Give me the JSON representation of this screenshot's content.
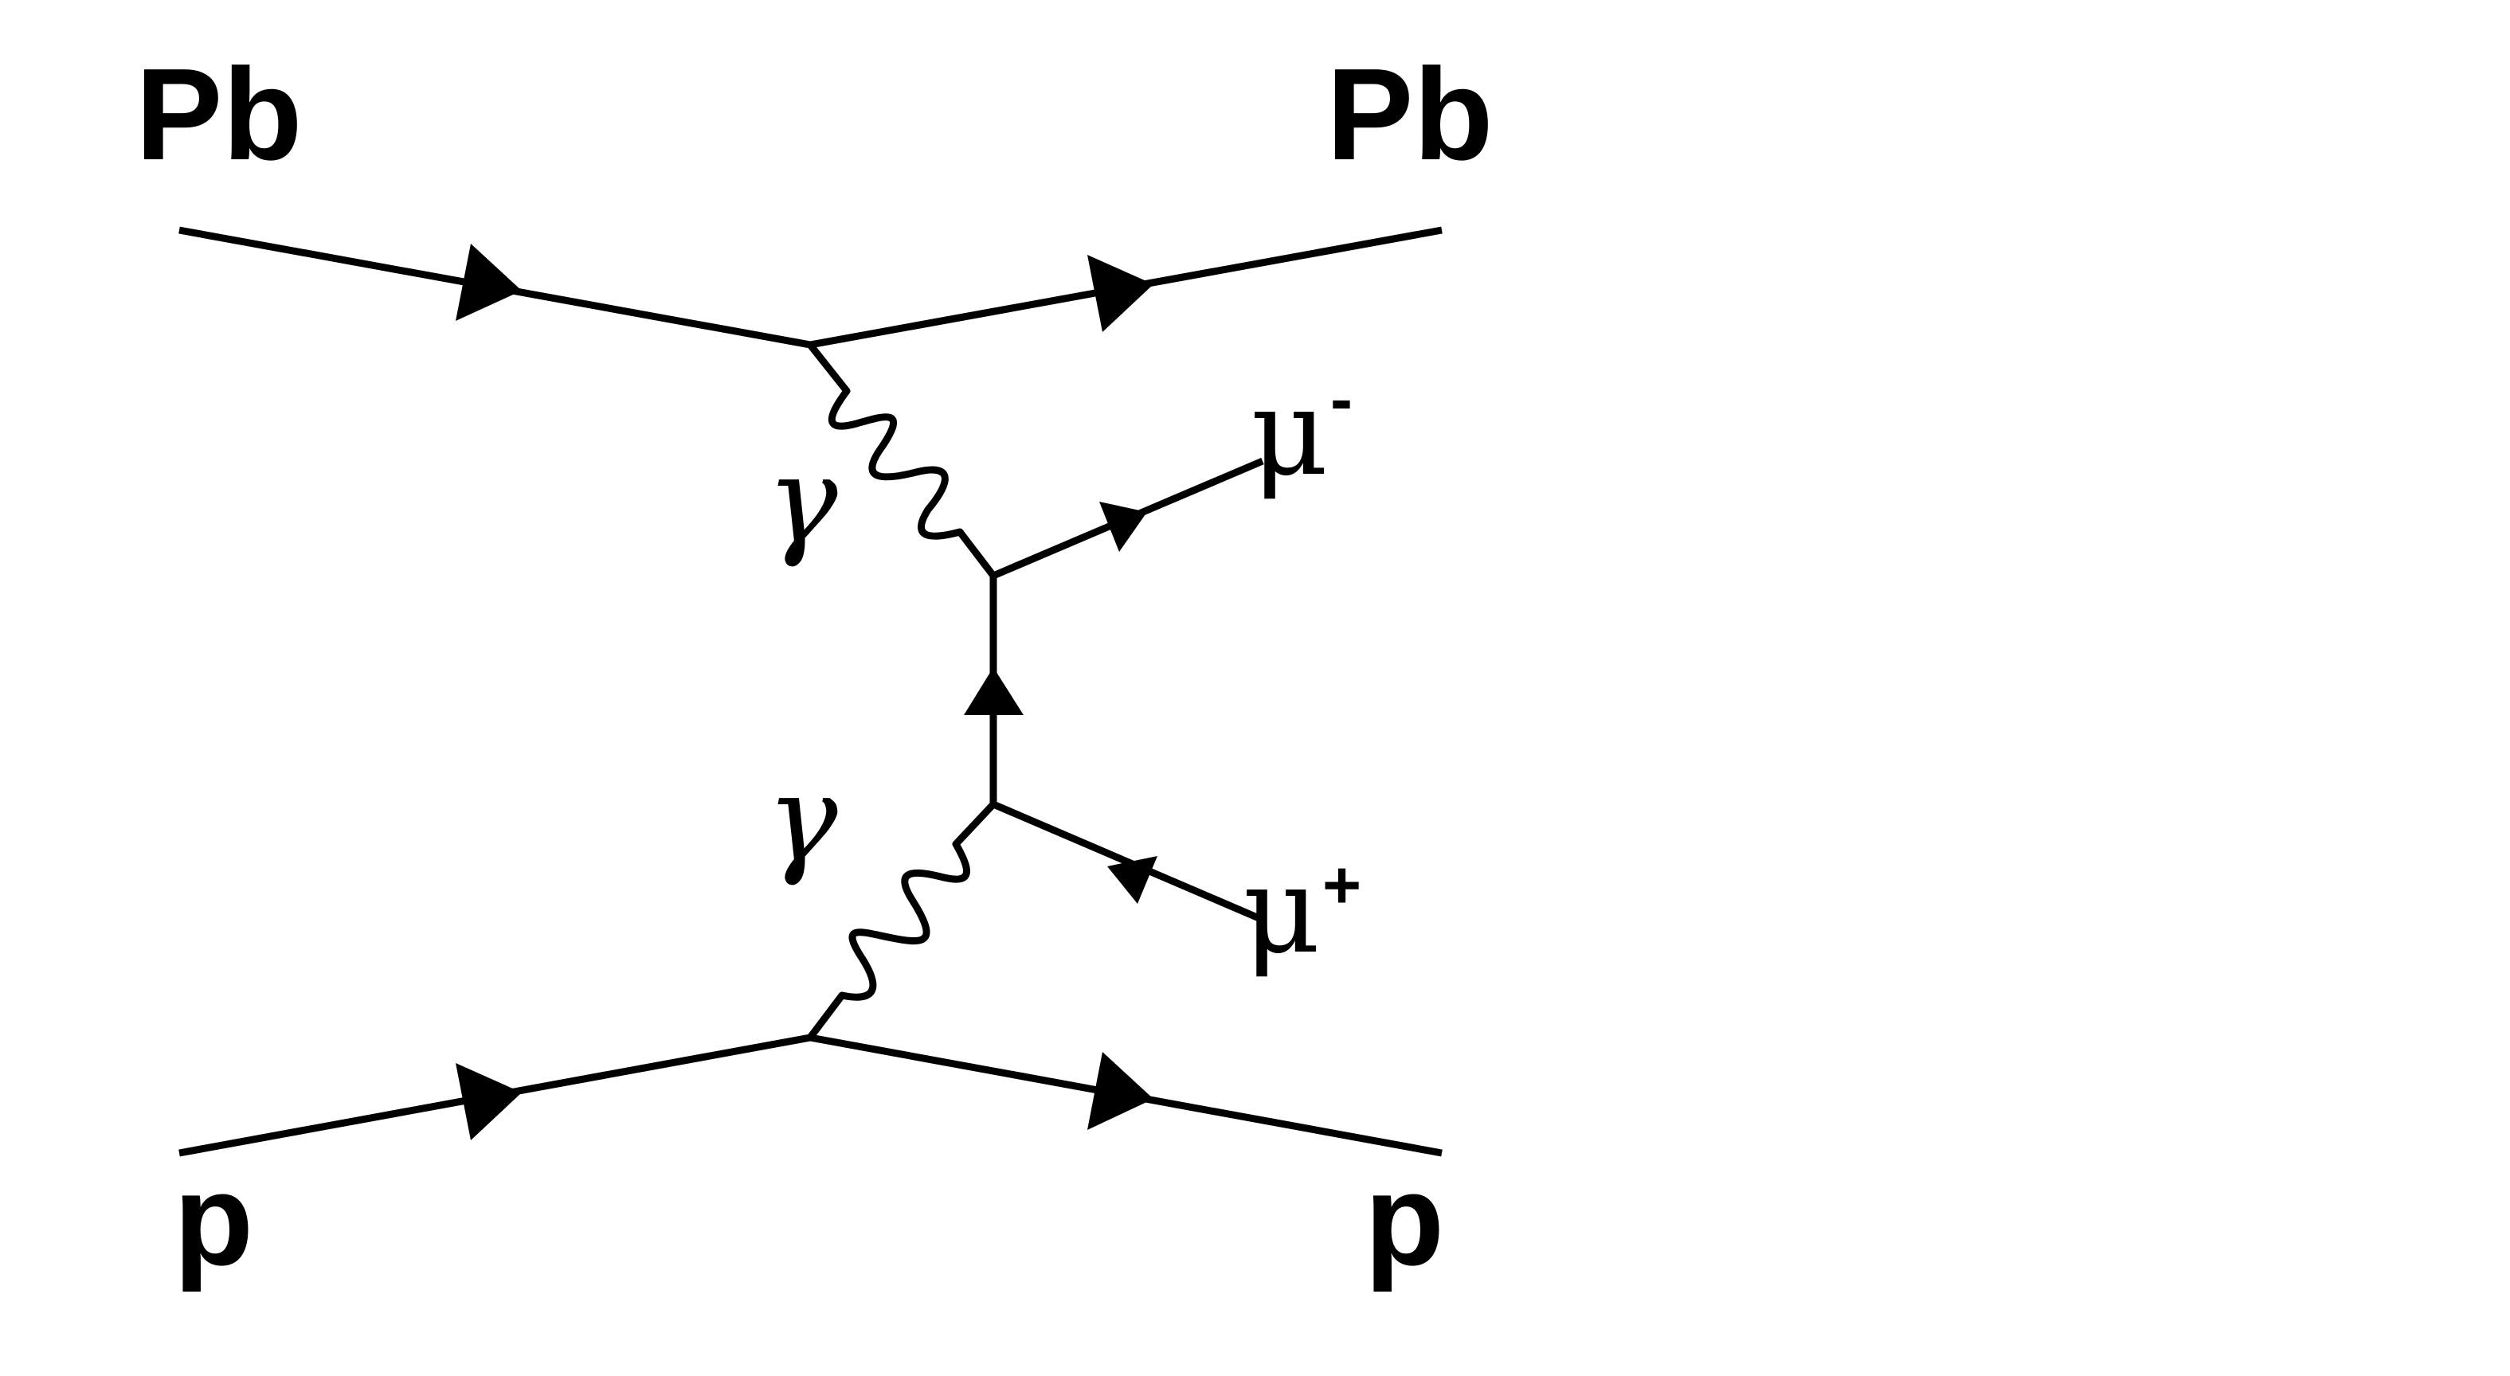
{
  "labels": {
    "incoming_top": "Pb",
    "outgoing_top": "Pb",
    "incoming_bottom": "p",
    "outgoing_bottom": "p",
    "photon_upper": "γ",
    "photon_lower": "γ",
    "muon_minus_symbol": "μ",
    "muon_minus_charge": "-",
    "muon_plus_symbol": "μ",
    "muon_plus_charge": "+"
  }
}
